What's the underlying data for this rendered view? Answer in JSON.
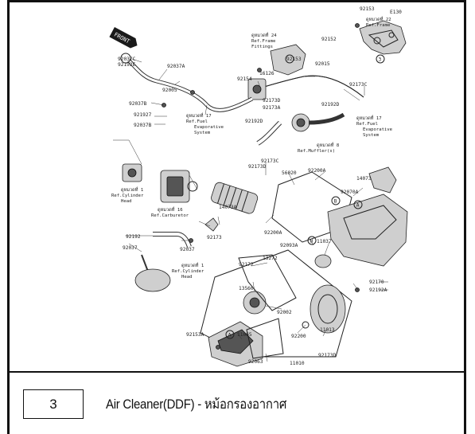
{
  "page_number": "3",
  "caption": "Air Cleaner(DDF) - หม้อกรองอากาศ",
  "diagram": {
    "front_label": "FRONT",
    "labels": [
      {
        "id": "l1",
        "text": "92153"
      },
      {
        "id": "l2",
        "text": "E130"
      },
      {
        "id": "l3",
        "text": "ดูหมวดที่ 22"
      },
      {
        "id": "l4",
        "text": "Ref.Frame"
      },
      {
        "id": "l5",
        "text": "ดูหมวดที่ 24"
      },
      {
        "id": "l6",
        "text": "Ref.Frame"
      },
      {
        "id": "l7",
        "text": "Fittings"
      },
      {
        "id": "l8",
        "text": "92152"
      },
      {
        "id": "l9",
        "text": "92153"
      },
      {
        "id": "l10",
        "text": "92015"
      },
      {
        "id": "l11",
        "text": "92037C"
      },
      {
        "id": "l12",
        "text": "92192E"
      },
      {
        "id": "l13",
        "text": "92037A"
      },
      {
        "id": "l14",
        "text": "92005"
      },
      {
        "id": "l15",
        "text": "92154"
      },
      {
        "id": "l16",
        "text": "16126"
      },
      {
        "id": "l17",
        "text": "92173C"
      },
      {
        "id": "l18",
        "text": "92037B"
      },
      {
        "id": "l19",
        "text": "921927"
      },
      {
        "id": "l20",
        "text": "92037B"
      },
      {
        "id": "l21",
        "text": "ดูหมวดที่ 17"
      },
      {
        "id": "l22",
        "text": "Ref.Fuel"
      },
      {
        "id": "l23",
        "text": "Evaporative"
      },
      {
        "id": "l24",
        "text": "System"
      },
      {
        "id": "l25",
        "text": "92173D"
      },
      {
        "id": "l26",
        "text": "92173A"
      },
      {
        "id": "l27",
        "text": "92192D"
      },
      {
        "id": "l28",
        "text": "92192D"
      },
      {
        "id": "l29",
        "text": "ดูหมวดที่ 17"
      },
      {
        "id": "l30",
        "text": "Ref.Fuel"
      },
      {
        "id": "l31",
        "text": "Evaporative"
      },
      {
        "id": "l32",
        "text": "System"
      },
      {
        "id": "l33",
        "text": "92173C"
      },
      {
        "id": "l34",
        "text": "ดูหมวดที่ 8"
      },
      {
        "id": "l35",
        "text": "Ref.Muffler(s)"
      },
      {
        "id": "l36",
        "text": "92173D"
      },
      {
        "id": "l37",
        "text": "56020"
      },
      {
        "id": "l38",
        "text": "92200A"
      },
      {
        "id": "l39",
        "text": "14073"
      },
      {
        "id": "l40",
        "text": "92070A"
      },
      {
        "id": "l41",
        "text": "ดูหมวดที่ 1"
      },
      {
        "id": "l42",
        "text": "Ref.Cylinder"
      },
      {
        "id": "l43",
        "text": "Head"
      },
      {
        "id": "l44",
        "text": "ดูหมวดที่ 16"
      },
      {
        "id": "l45",
        "text": "Ref.Carburetor"
      },
      {
        "id": "l46",
        "text": "14073A"
      },
      {
        "id": "l47",
        "text": "92173"
      },
      {
        "id": "l48",
        "text": "92200A"
      },
      {
        "id": "l49",
        "text": "92093A"
      },
      {
        "id": "l50",
        "text": "11037"
      },
      {
        "id": "l51",
        "text": "92192"
      },
      {
        "id": "l52",
        "text": "92037"
      },
      {
        "id": "l53",
        "text": "92037"
      },
      {
        "id": "l54",
        "text": "ดูหมวดที่ 1"
      },
      {
        "id": "l55",
        "text": "Ref.Cylinder"
      },
      {
        "id": "l56",
        "text": "Head"
      },
      {
        "id": "l57",
        "text": "92172"
      },
      {
        "id": "l58",
        "text": "13272"
      },
      {
        "id": "l59",
        "text": "13560"
      },
      {
        "id": "l60",
        "text": "92002"
      },
      {
        "id": "l61",
        "text": "92200"
      },
      {
        "id": "l62",
        "text": "11013"
      },
      {
        "id": "l63",
        "text": "92170"
      },
      {
        "id": "l64",
        "text": "92192A"
      },
      {
        "id": "l65",
        "text": "92153A"
      },
      {
        "id": "l66",
        "text": "11065"
      },
      {
        "id": "l67",
        "text": "92063"
      },
      {
        "id": "l68",
        "text": "11010"
      },
      {
        "id": "l69",
        "text": "92173D"
      },
      {
        "id": "l70",
        "text": "3"
      },
      {
        "id": "l71",
        "text": "A"
      },
      {
        "id": "l72",
        "text": "B"
      },
      {
        "id": "l73",
        "text": "A"
      },
      {
        "id": "l74",
        "text": "B"
      }
    ]
  }
}
